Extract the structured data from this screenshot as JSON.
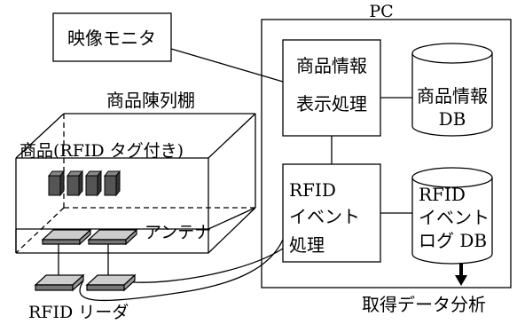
{
  "pc_label": "PC",
  "monitor_label": "映像モニタ",
  "product_info_box": {
    "line1": "商品情報",
    "line2": "表示処理"
  },
  "product_info_db": {
    "line1": "商品情報",
    "line2": "DB"
  },
  "rfid_event_box": {
    "line1": "RFID",
    "line2": "イベント",
    "line3": "処理"
  },
  "rfid_event_db": {
    "line1": "RFID",
    "line2": "イベント",
    "line3": "ログ DB"
  },
  "analysis_label": "取得データ分析",
  "shelf_title": "商品陳列棚",
  "product_label": "商品(RFID タグ付き)",
  "antenna_label": "アンテナ",
  "reader_label": "RFID リーダ"
}
